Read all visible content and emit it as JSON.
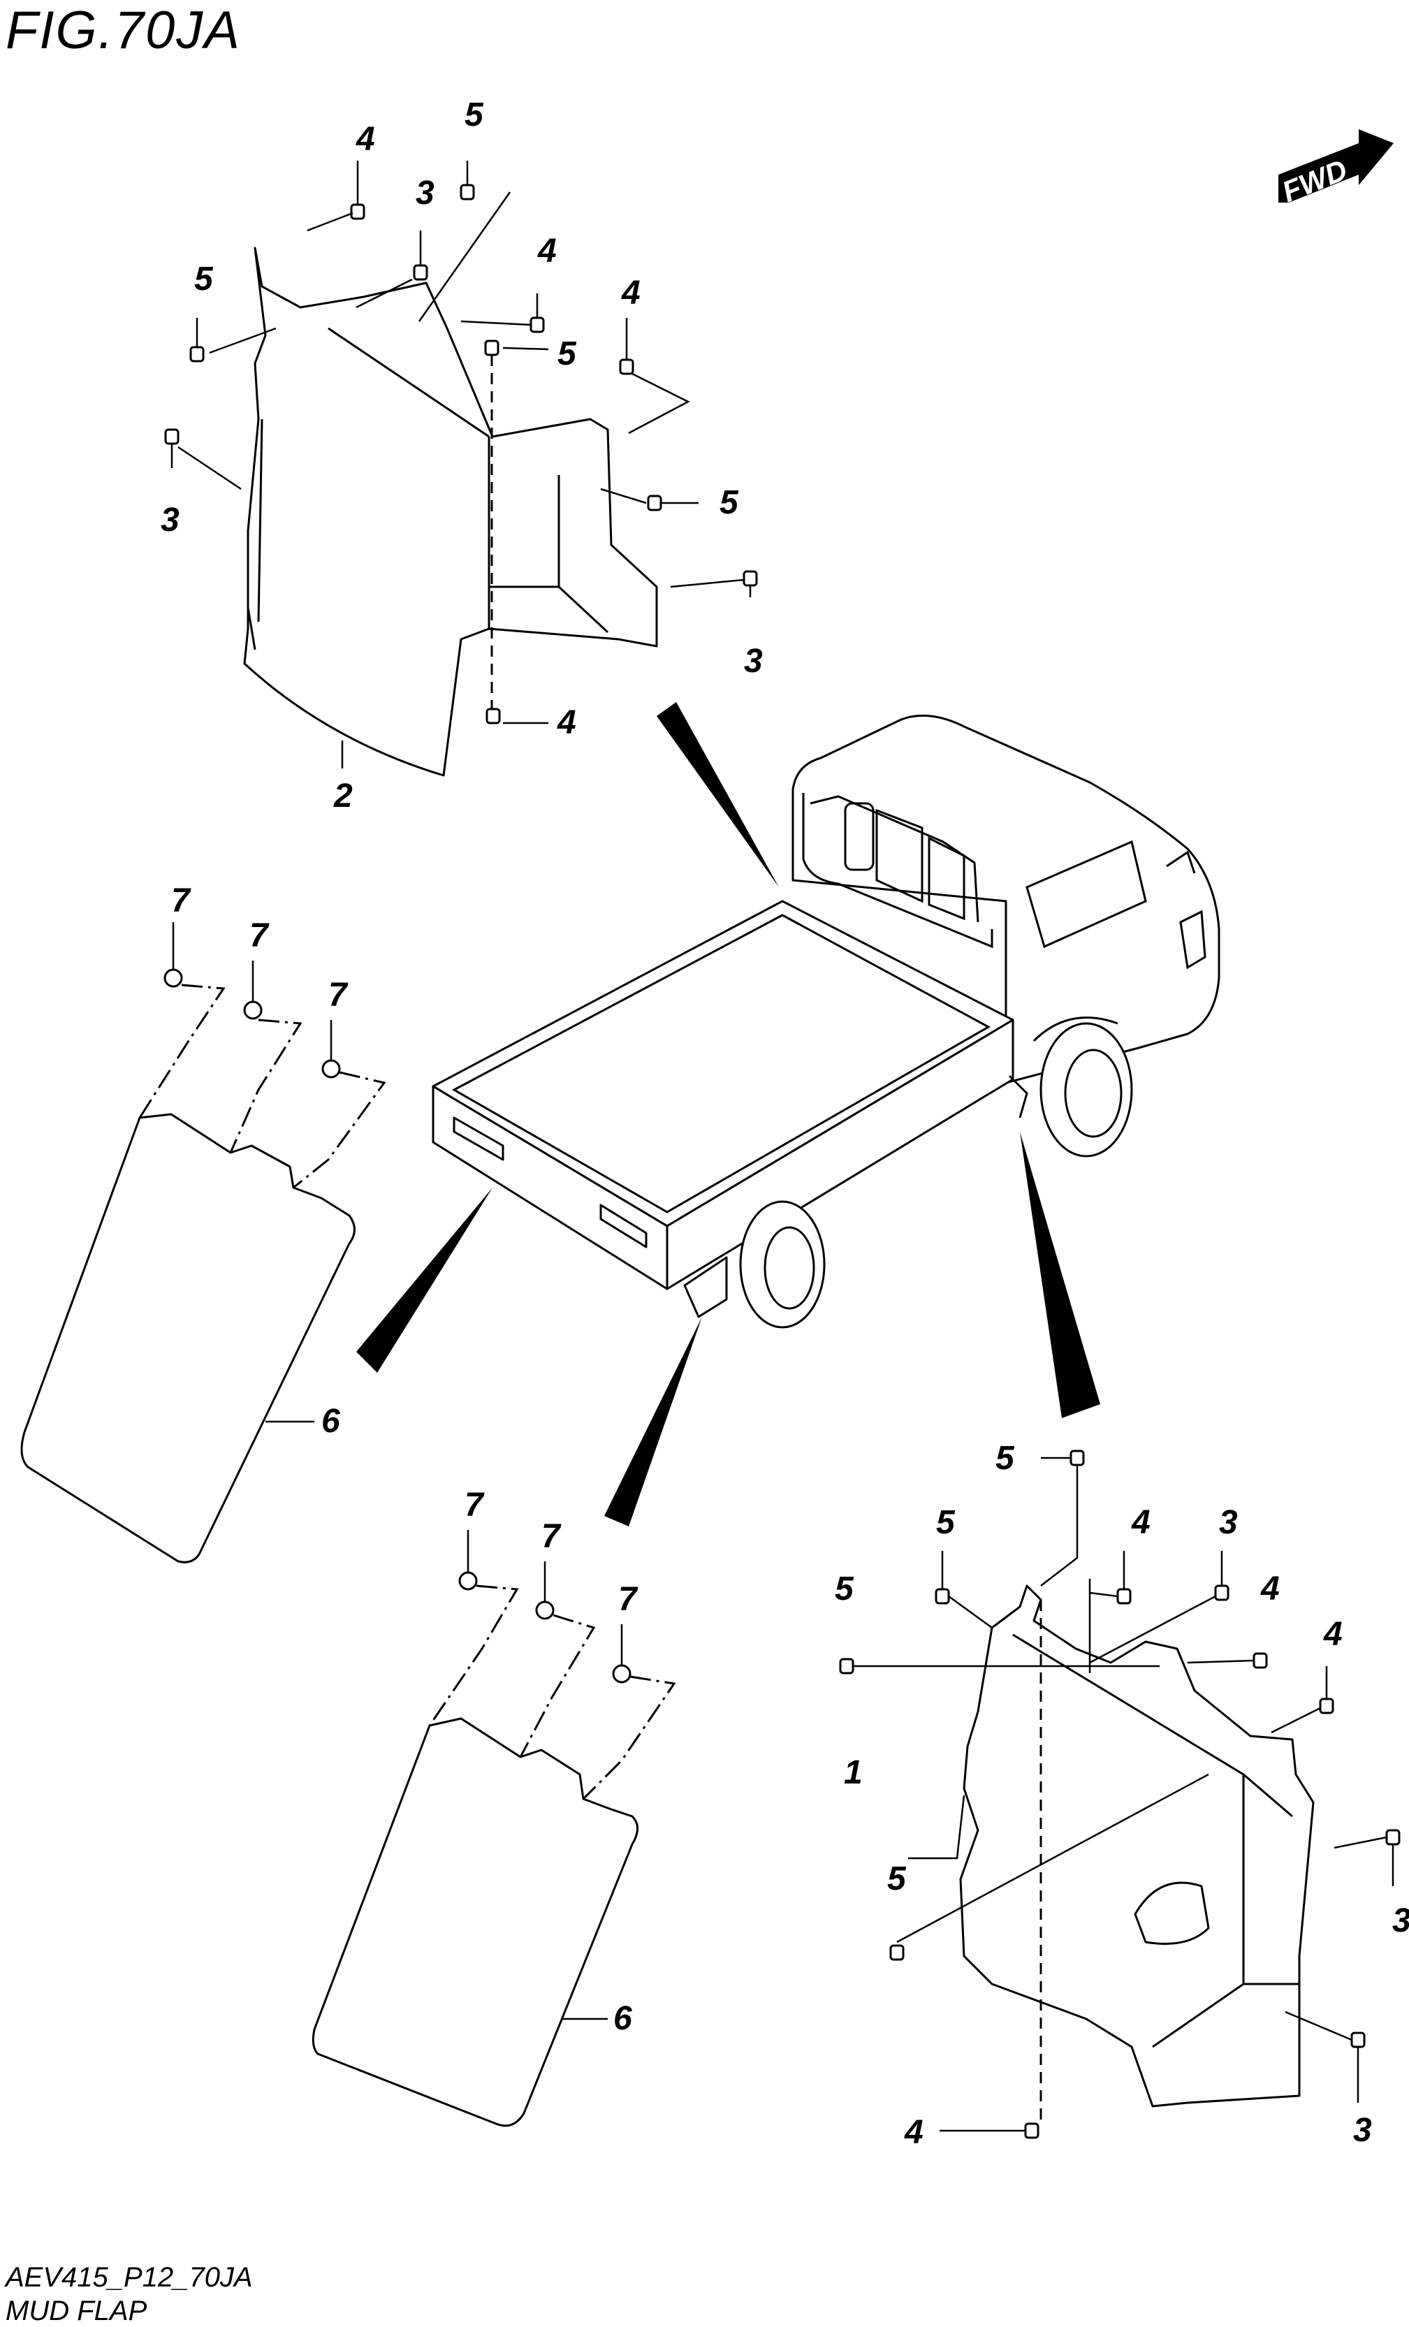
{
  "figure": {
    "title": "FIG.70JA",
    "code": "AEV415_P12_70JA",
    "name": "MUD FLAP"
  },
  "direction": {
    "label": "FWD",
    "icon": "fwd-arrow-icon"
  },
  "callouts": {
    "upper_left": [
      "4",
      "5",
      "3",
      "5",
      "4",
      "4",
      "5",
      "3",
      "5",
      "3",
      "4",
      "2"
    ],
    "left_flaps": [
      "7",
      "7",
      "7",
      "6"
    ],
    "lower_middle": [
      "7",
      "7",
      "7",
      "6"
    ],
    "lower_right": [
      "5",
      "5",
      "4",
      "3",
      "5",
      "4",
      "4",
      "1",
      "3",
      "5",
      "3",
      "4"
    ]
  }
}
